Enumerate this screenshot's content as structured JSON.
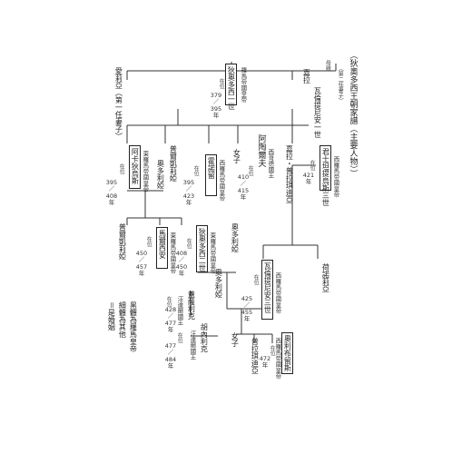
{
  "title": "（狄奧多西王朝家譜（主要人物））",
  "left_top_name": "愛莉亞（第一任妻子）",
  "mother_top": "母親",
  "father_name": "狄奧多西一世",
  "father_title": "羅馬帝國皇帝",
  "father_label": "在位",
  "father_years": [
    "379",
    "／",
    "395",
    "年"
  ],
  "gala": "嘉拉",
  "gala_father": "瓦倫提尼安一世",
  "second_wife_note": "（第二任妻子）",
  "arcadius": {
    "name": "阿卡狄烏斯",
    "title": "東羅馬帝國皇帝",
    "label": "在位",
    "years": [
      "395",
      "／",
      "408",
      "年"
    ]
  },
  "eudoxia": "奧多利婭",
  "pulcheria_name": "普爾凱莉婭",
  "honorius": {
    "name": "霍諾留",
    "title": "西羅馬帝國皇帝",
    "label": "在位",
    "years": [
      "395",
      "／",
      "423",
      "年"
    ]
  },
  "constantius": {
    "name": "君士坦提烏斯三世",
    "title": "西羅馬帝國皇帝",
    "label": "在位",
    "years": [
      "421",
      "年"
    ]
  },
  "daughter_1": "女子",
  "ataulf": {
    "name": "阿陶爾夫",
    "title": "西哥德國王",
    "label": "在位",
    "years": [
      "410",
      "／",
      "415",
      "年"
    ]
  },
  "galla_placidia": "嘉拉・普拉琪迪亞",
  "gala_mid": "嘉拉",
  "pulcheria_left": "普爾凱莉婭",
  "theodosius2": {
    "name": "狄奧多西二世",
    "title": "東羅馬帝國皇帝",
    "label": "在位",
    "years": [
      "408",
      "／",
      "450",
      "年"
    ]
  },
  "marcian": {
    "name": "馬爾西安",
    "title": "東羅馬帝國皇帝",
    "label": "在位",
    "years": [
      "450",
      "／",
      "457",
      "年"
    ]
  },
  "eudocia": "奧多利婭",
  "valentinian3": {
    "name": "瓦倫提尼安三世",
    "title": "西羅馬帝國皇帝",
    "label": "在位",
    "years": [
      "425",
      "／",
      "455",
      "年"
    ]
  },
  "honoria": "荷諾莉亞",
  "eudoxia2": "奧多利婭",
  "petronius": {
    "name": "佩特羅尼烏斯",
    "title": "西羅馬帝國皇帝",
    "label": "在位",
    "years": [
      "455",
      "年"
    ]
  },
  "gaiseric": {
    "name": "蓋薩利克",
    "title": "汪達爾國王",
    "label": "在位",
    "years": [
      "428",
      "／",
      "477",
      "年"
    ]
  },
  "huneric": {
    "name": "胡內利克",
    "title": "汪達爾國王",
    "label": "在位",
    "years": [
      "477",
      "／",
      "484",
      "年"
    ]
  },
  "daughter_2": "女子",
  "placidia": "普拉琪迪亞",
  "olybrius": {
    "name": "奧利布留斯",
    "title": "西羅馬帝國皇帝",
    "label": "在位",
    "years": [
      "472",
      "年"
    ]
  },
  "legend": [
    "黑體為羅馬皇帝",
    "細體為其他",
    "＝是婚姻"
  ]
}
